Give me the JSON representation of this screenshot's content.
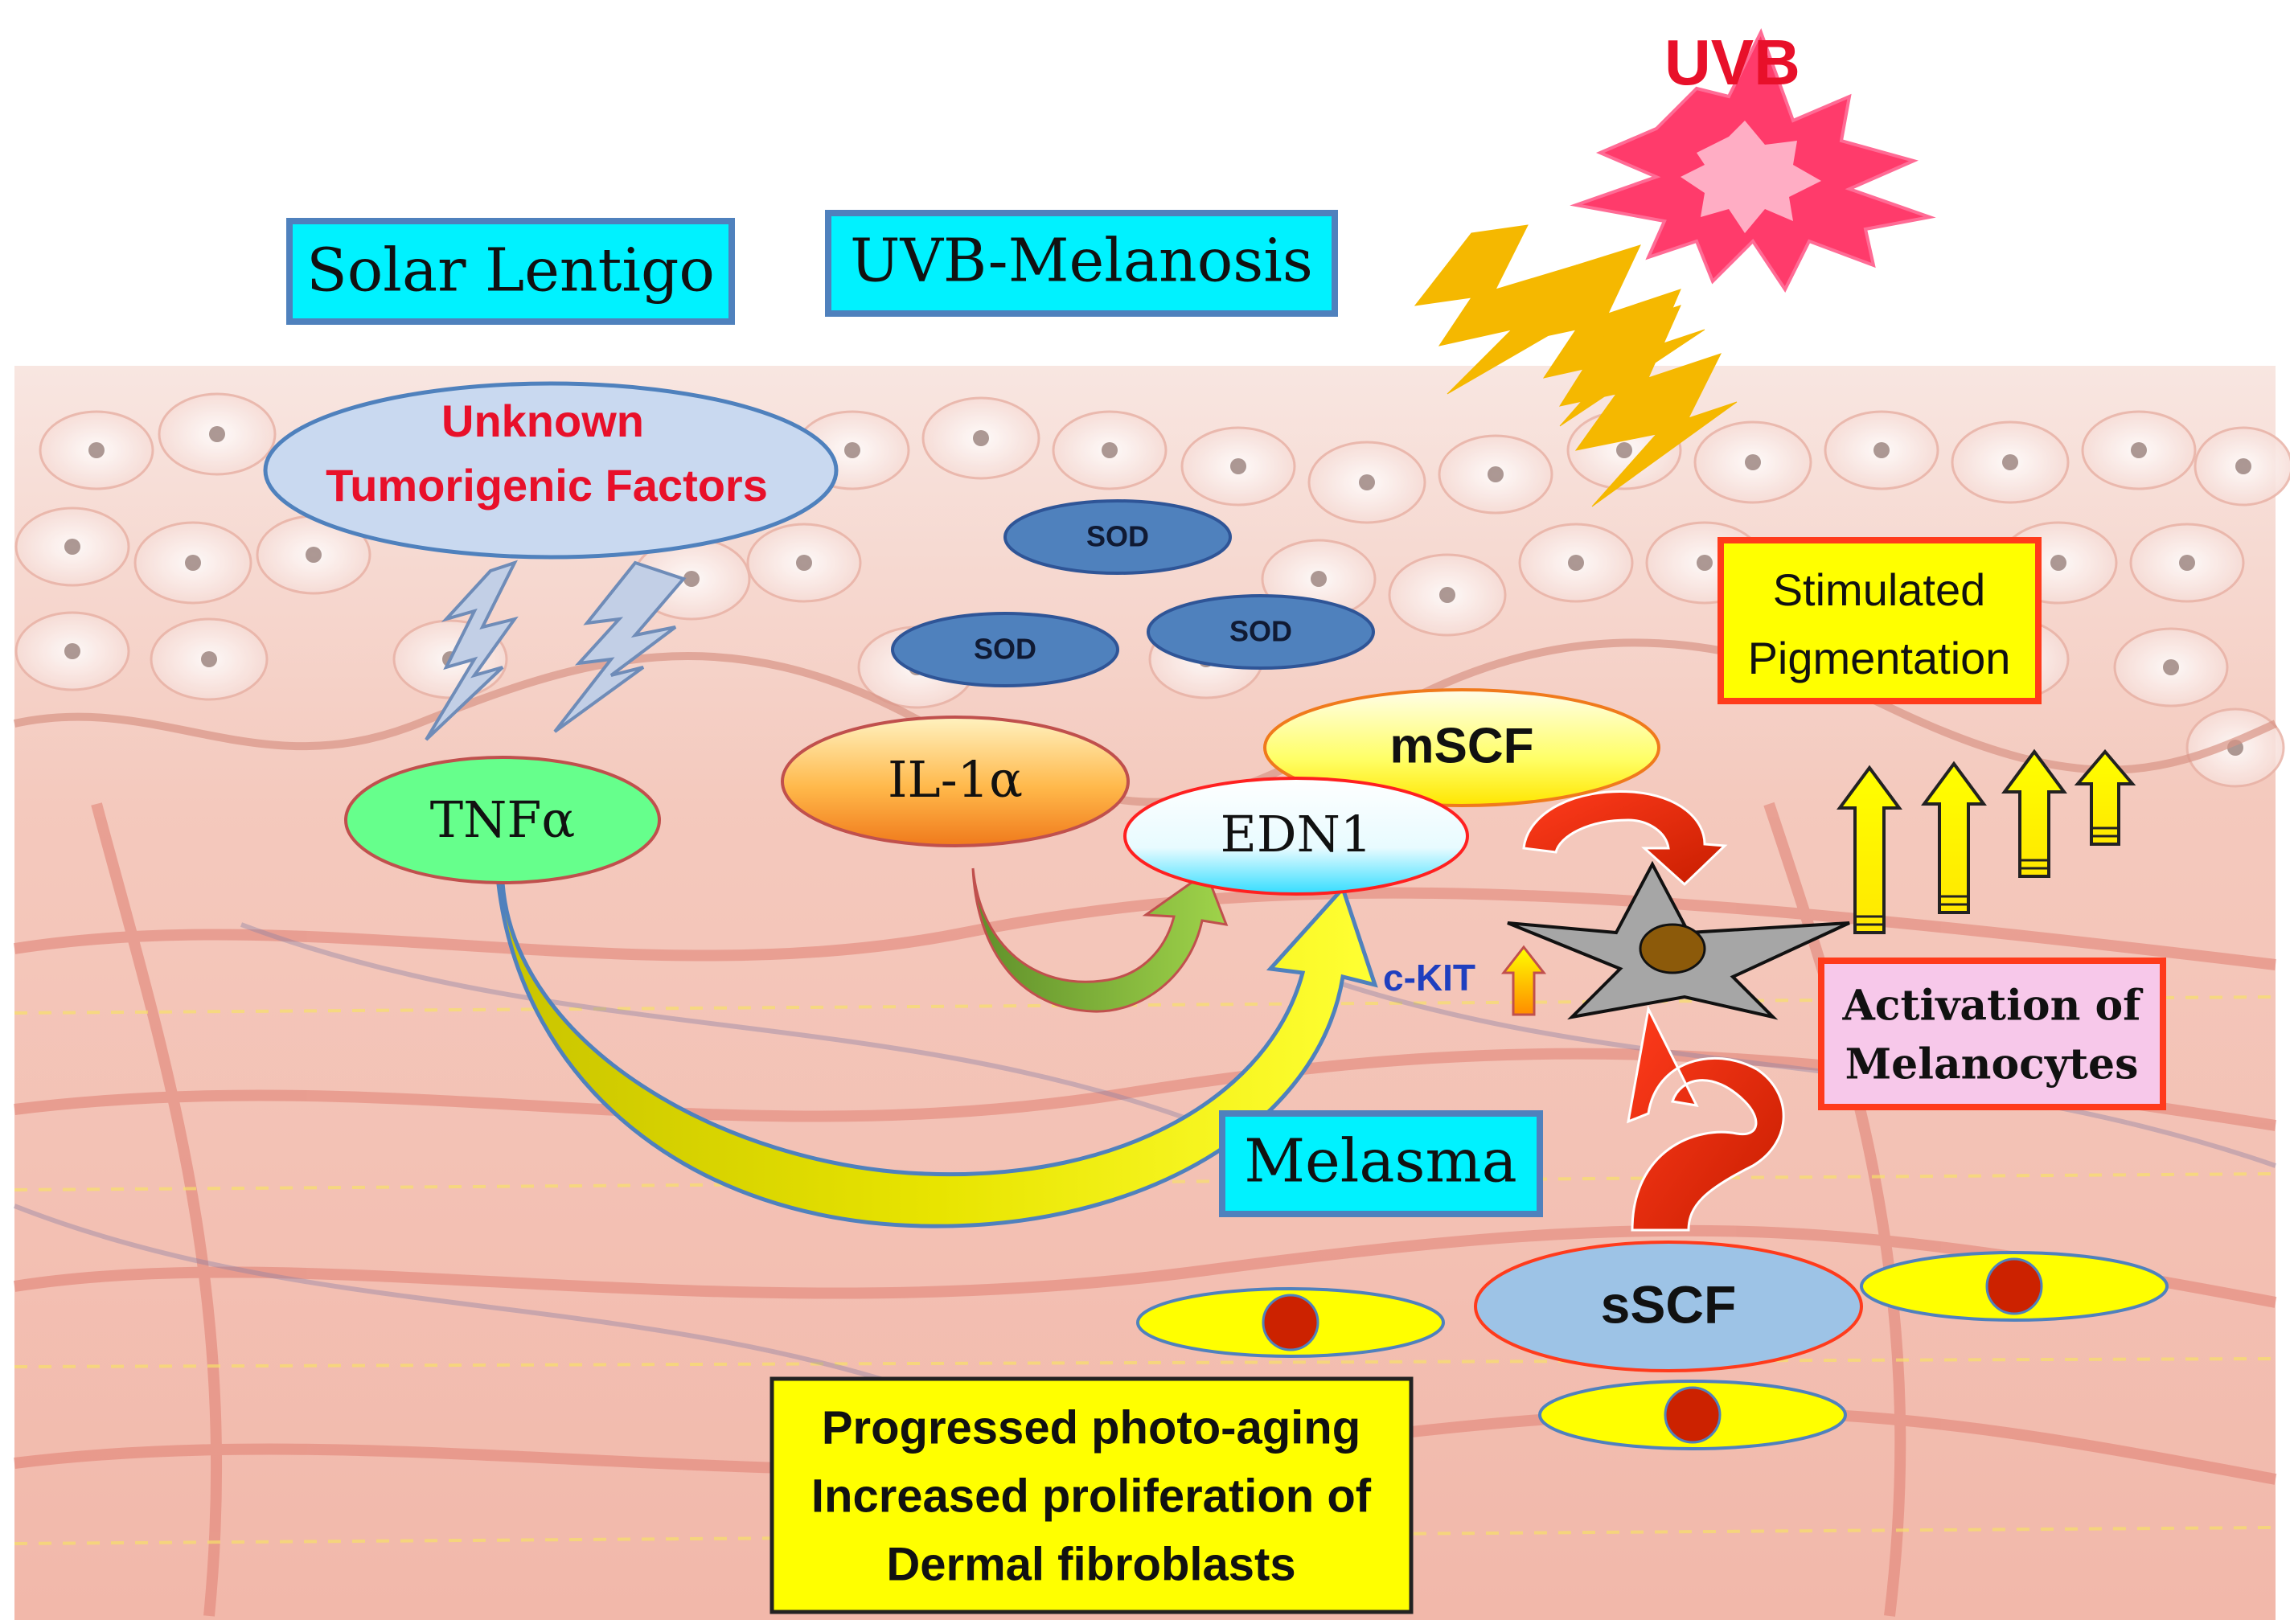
{
  "title_uvb": "UVB",
  "labels": {
    "solar_lentigo": "Solar Lentigo",
    "uvb_melanosis": "UVB-Melanosis",
    "melasma": "Melasma"
  },
  "unknown_factors": {
    "line1": "Unknown",
    "line2": "Tumorigenic Factors"
  },
  "sod_labels": [
    "SOD",
    "SOD",
    "SOD"
  ],
  "cytokines": {
    "tnfa": "TNFα",
    "il1a": "IL-1α",
    "edn1": "EDN1",
    "mscf": "mSCF",
    "sscf": "sSCF"
  },
  "ckit": "c-KIT",
  "stimulated_pigmentation": {
    "line1": "Stimulated",
    "line2": "Pigmentation"
  },
  "activation_melanocytes": {
    "line1": "Activation of",
    "line2": "Melanocytes"
  },
  "photoaging": {
    "line1": "Progressed photo-aging",
    "line2": "Increased proliferation of",
    "line3": "Dermal fibroblasts"
  },
  "colors": {
    "cyan_box": "#00f2ff",
    "cyan_border": "#4f81bd",
    "uvb_red": "#e8102a",
    "lightning_yellow": "#f5b800",
    "skin_bg": "#f4c4b8",
    "tnfa_green": "#66ff8c",
    "pink_box": "#f7c8ea",
    "yellow_box": "#ffff00"
  }
}
